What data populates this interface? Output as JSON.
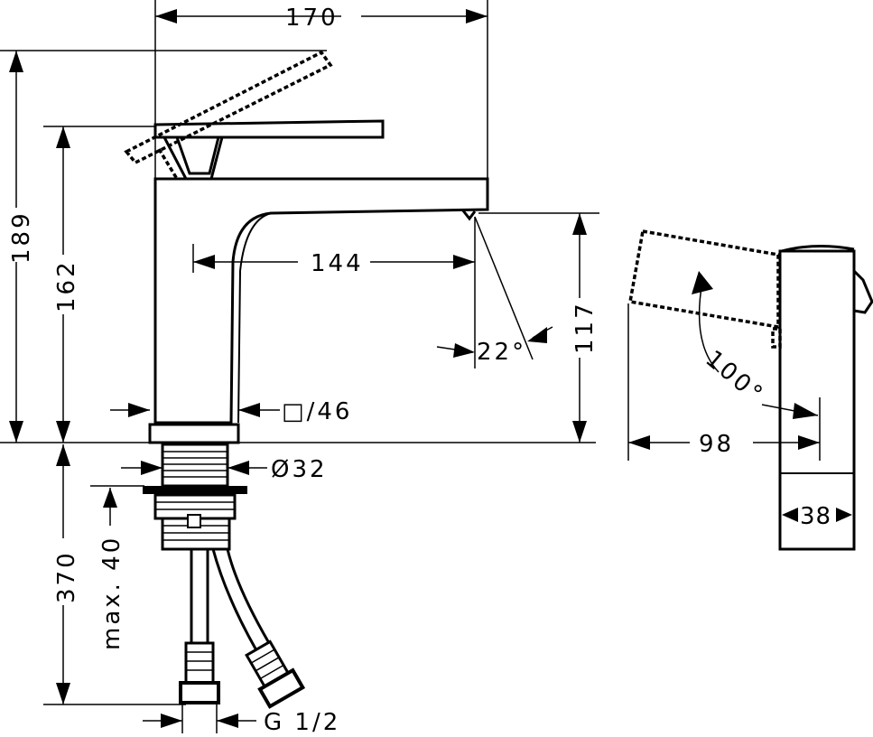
{
  "dimensions": {
    "width_total": "170",
    "height_lever_open": "189",
    "height_spout": "162",
    "spout_reach": "144",
    "spray_angle": "22°",
    "spout_height": "117",
    "body_square": "□/46",
    "mount_diameter": "Ø32",
    "below_deck": "370",
    "max_thickness": "max. 40",
    "connection": "G 1/2",
    "lever_angle": "100°",
    "side_depth": "98",
    "side_width": "38"
  }
}
